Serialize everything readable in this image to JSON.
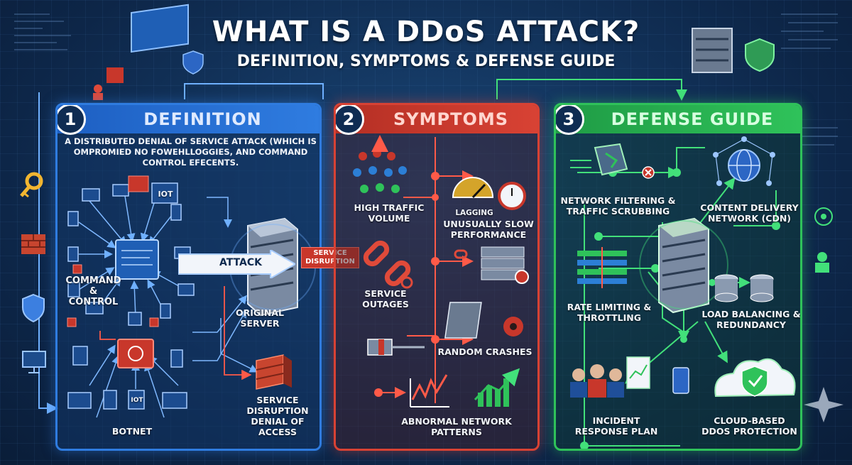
{
  "header": {
    "title": "WHAT IS A DDoS ATTACK?",
    "subtitle": "DEFINITION, SYMPTOMS & DEFENSE GUIDE"
  },
  "colors": {
    "definition": "#2f7ce0",
    "symptoms": "#d84234",
    "defense": "#2fc25a",
    "background": "#0e2a4f"
  },
  "definition": {
    "number": "1",
    "title": "DEFINITION",
    "text": "A DISTRIBUTED DENIAL OF SERVICE ATTACK (WHICH IS OMPROMIED NO FOWEHLLOGGIES, AND COMMAND CONTROL EFECENTS.",
    "iot_label": "IoT",
    "iot_label_2": "IoT",
    "command_control": "COMMAND & CONTROL",
    "attack": "ATTACK",
    "original_server": "ORIGINAL SERVER",
    "service_disruption_chip": "SERVICE DISRUPTION",
    "service_disruption": "SERVICE DISRUPTION DENIAL OF ACCESS",
    "botnet": "BOTNET"
  },
  "symptoms": {
    "number": "2",
    "title": "SYMPTOMS",
    "items": {
      "high_traffic": "HIGH TRAFFIC VOLUME",
      "lagging": "LAGGING",
      "slow_performance": "UNUSUALLY SLOW PERFORMANCE",
      "service_outages": "SERVICE OUTAGES",
      "random_crashes": "RANDOM CRASHES",
      "abnormal_patterns": "ABNORMAL NETWORK PATTERNS"
    }
  },
  "defense": {
    "number": "3",
    "title": "DEFENSE GUIDE",
    "items": {
      "network_filtering": "NETWORK FILTERING & TRAFFIC SCRUBBING",
      "cdn": "CONTENT DELIVERY NETWORK (CDN)",
      "rate_limiting": "RATE LIMITING & THROTTLING",
      "load_balancing": "LOAD BALANCING & REDUNDANCY",
      "incident_response": "INCIDENT RESPONSE PLAN",
      "cloud_protection": "CLOUD-BASED DDOS PROTECTION"
    }
  }
}
